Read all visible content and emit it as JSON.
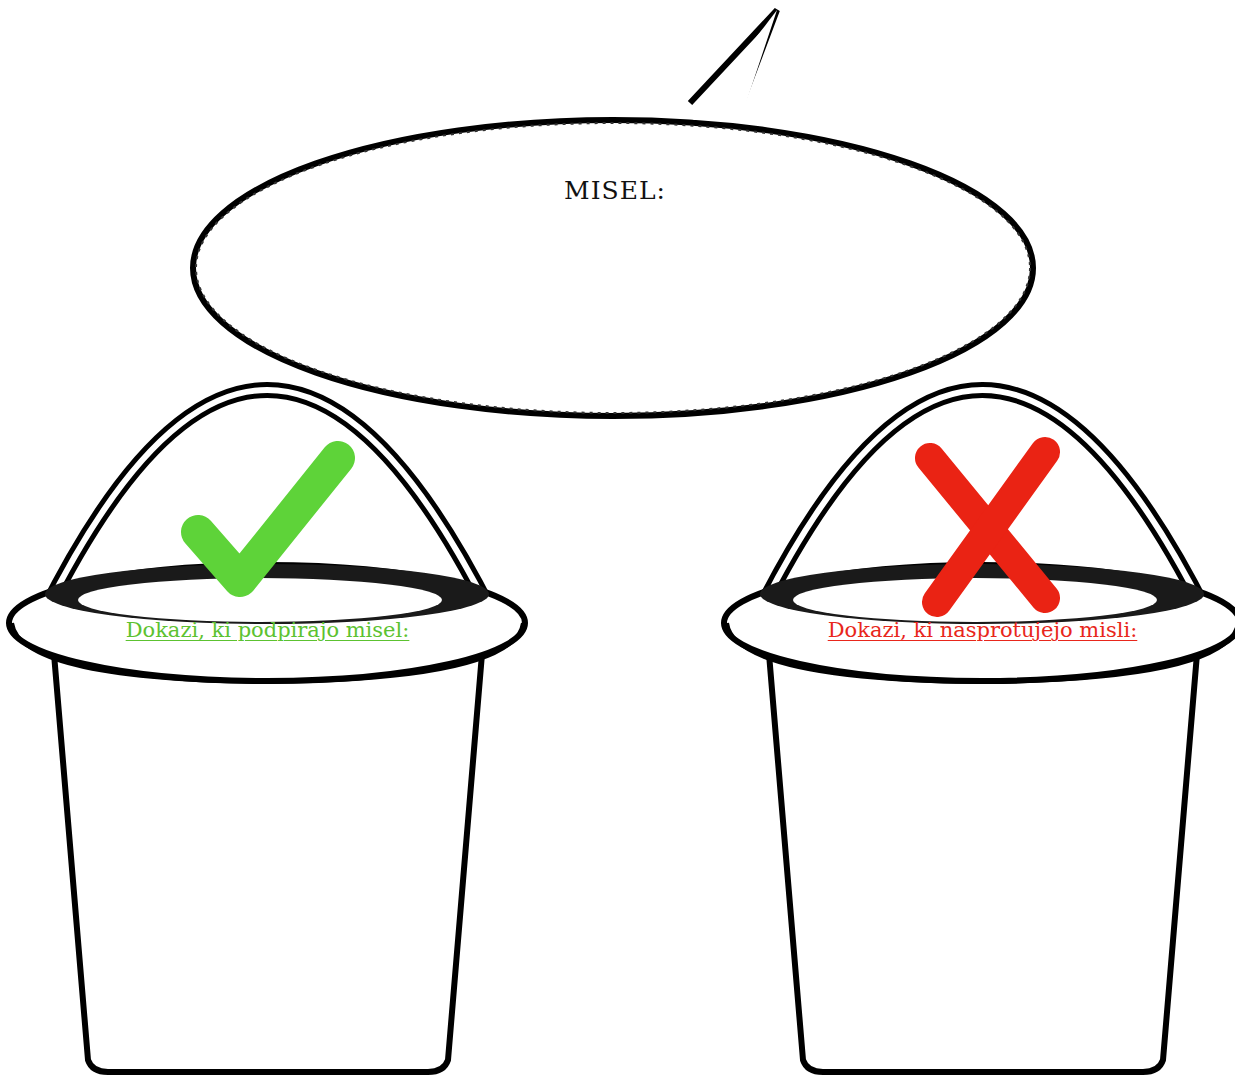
{
  "diagram": {
    "nodes": [
      {
        "text": [
          "MISEL:"
        ]
      },
      {
        "text": [
          "Dokazi, ki podpirajo misel:"
        ]
      },
      {
        "text": [
          "Dokazi, ki nasprotujejo misli:"
        ]
      }
    ]
  }
}
